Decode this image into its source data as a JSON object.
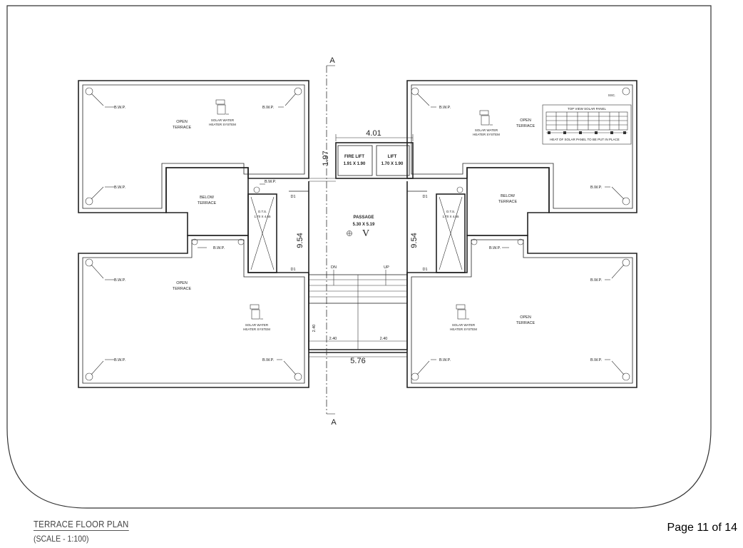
{
  "drawing": {
    "title": "TERRACE FLOOR PLAN",
    "scale": "(SCALE - 1:100)"
  },
  "page": {
    "number_text": "Page 11 of 14"
  },
  "section_marker": {
    "label": "A"
  },
  "dimensions": {
    "top_width": "4.01",
    "core_depth": "1.97",
    "height_left": "9.54",
    "height_right": "9.54",
    "stair_width": "5.76",
    "left_stair": "2.40",
    "right_stair": "2.40",
    "stair_depth": "2.40"
  },
  "rooms": {
    "fire_lift": {
      "name": "FIRE LIFT",
      "size": "1.91 X 1.90"
    },
    "lift": {
      "name": "LIFT",
      "size": "1.70 X 1.90"
    },
    "passage": {
      "name": "PASSAGE",
      "size": "5.30 X 5.19"
    },
    "ots_left": {
      "name": "O.T.S.",
      "size": "1.70 X 4.65"
    },
    "ots_right": {
      "name": "O.T.S.",
      "size": "1.70 X 4.65"
    },
    "open_terrace": {
      "line1": "OPEN",
      "line2": "TERRACE"
    },
    "below_terrace": {
      "line1": "BELOW",
      "line2": "TERRACE"
    },
    "solar": {
      "line1": "SOLAR WATER",
      "line2": "HEATER SYSTEM"
    }
  },
  "labels": {
    "bwp": "B.W.P.",
    "door": "D1",
    "dn": "DN",
    "up": "UP",
    "solar_panel_title": "TOP VIEW SOLAR PANEL",
    "solar_panel_note": "HEAT OF SOLAR PANEL TO BE PUT IN PLACE",
    "ssc": "SSC.",
    "sign": "V"
  }
}
